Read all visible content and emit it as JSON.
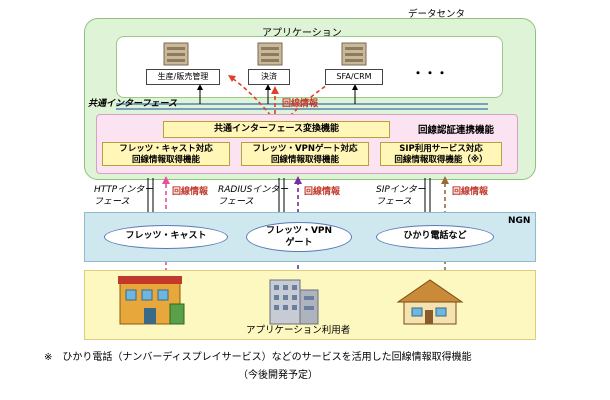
{
  "colors": {
    "dc_panel": "#dff3d6",
    "auth_panel": "#fbe3f2",
    "function_box": "#fff6b8",
    "ngn_band": "#cfe8f0",
    "user_band": "#fdf7c0",
    "arrow_red": "#e0402a",
    "arrow_pink": "#e7509a",
    "arrow_purple": "#7a2a9a",
    "arrow_brown": "#9a6a3a"
  },
  "datacenter": {
    "label": "データセンタ",
    "application_title": "アプリケーション",
    "systems": [
      "生産/販売管理",
      "決済",
      "SFA/CRM"
    ],
    "ellipsis": "・・・",
    "common_interface_label": "共通インターフェース",
    "line_info_label": "回線情報"
  },
  "auth": {
    "title": "回線認証連携機能",
    "conversion_label": "共通インターフェース変換機能",
    "functions": [
      {
        "line1": "フレッツ・キャスト対応",
        "line2": "回線情報取得機能"
      },
      {
        "line1": "フレッツ・VPNゲート対応",
        "line2": "回線情報取得機能"
      },
      {
        "line1": "SIP利用サービス対応",
        "line2": "回線情報取得機能（※）"
      }
    ]
  },
  "interfaces": [
    {
      "line1": "HTTPインター",
      "line2": "フェース",
      "info": "回線情報"
    },
    {
      "line1": "RADIUSインター",
      "line2": "フェース",
      "info": "回線情報"
    },
    {
      "line1": "SIPインター",
      "line2": "フェース",
      "info": "回線情報"
    }
  ],
  "ngn": {
    "label": "NGN",
    "services": [
      {
        "line1": "フレッツ・キャスト",
        "line2": ""
      },
      {
        "line1": "フレッツ・VPN",
        "line2": "ゲート"
      },
      {
        "line1": "ひかり電話など",
        "line2": ""
      }
    ]
  },
  "users": {
    "label": "アプリケーション利用者"
  },
  "footnote": {
    "line1": "※　ひかり電話（ナンバーディスプレイサービス）などのサービスを活用した回線情報取得機能",
    "line2": "（今後開発予定）"
  }
}
